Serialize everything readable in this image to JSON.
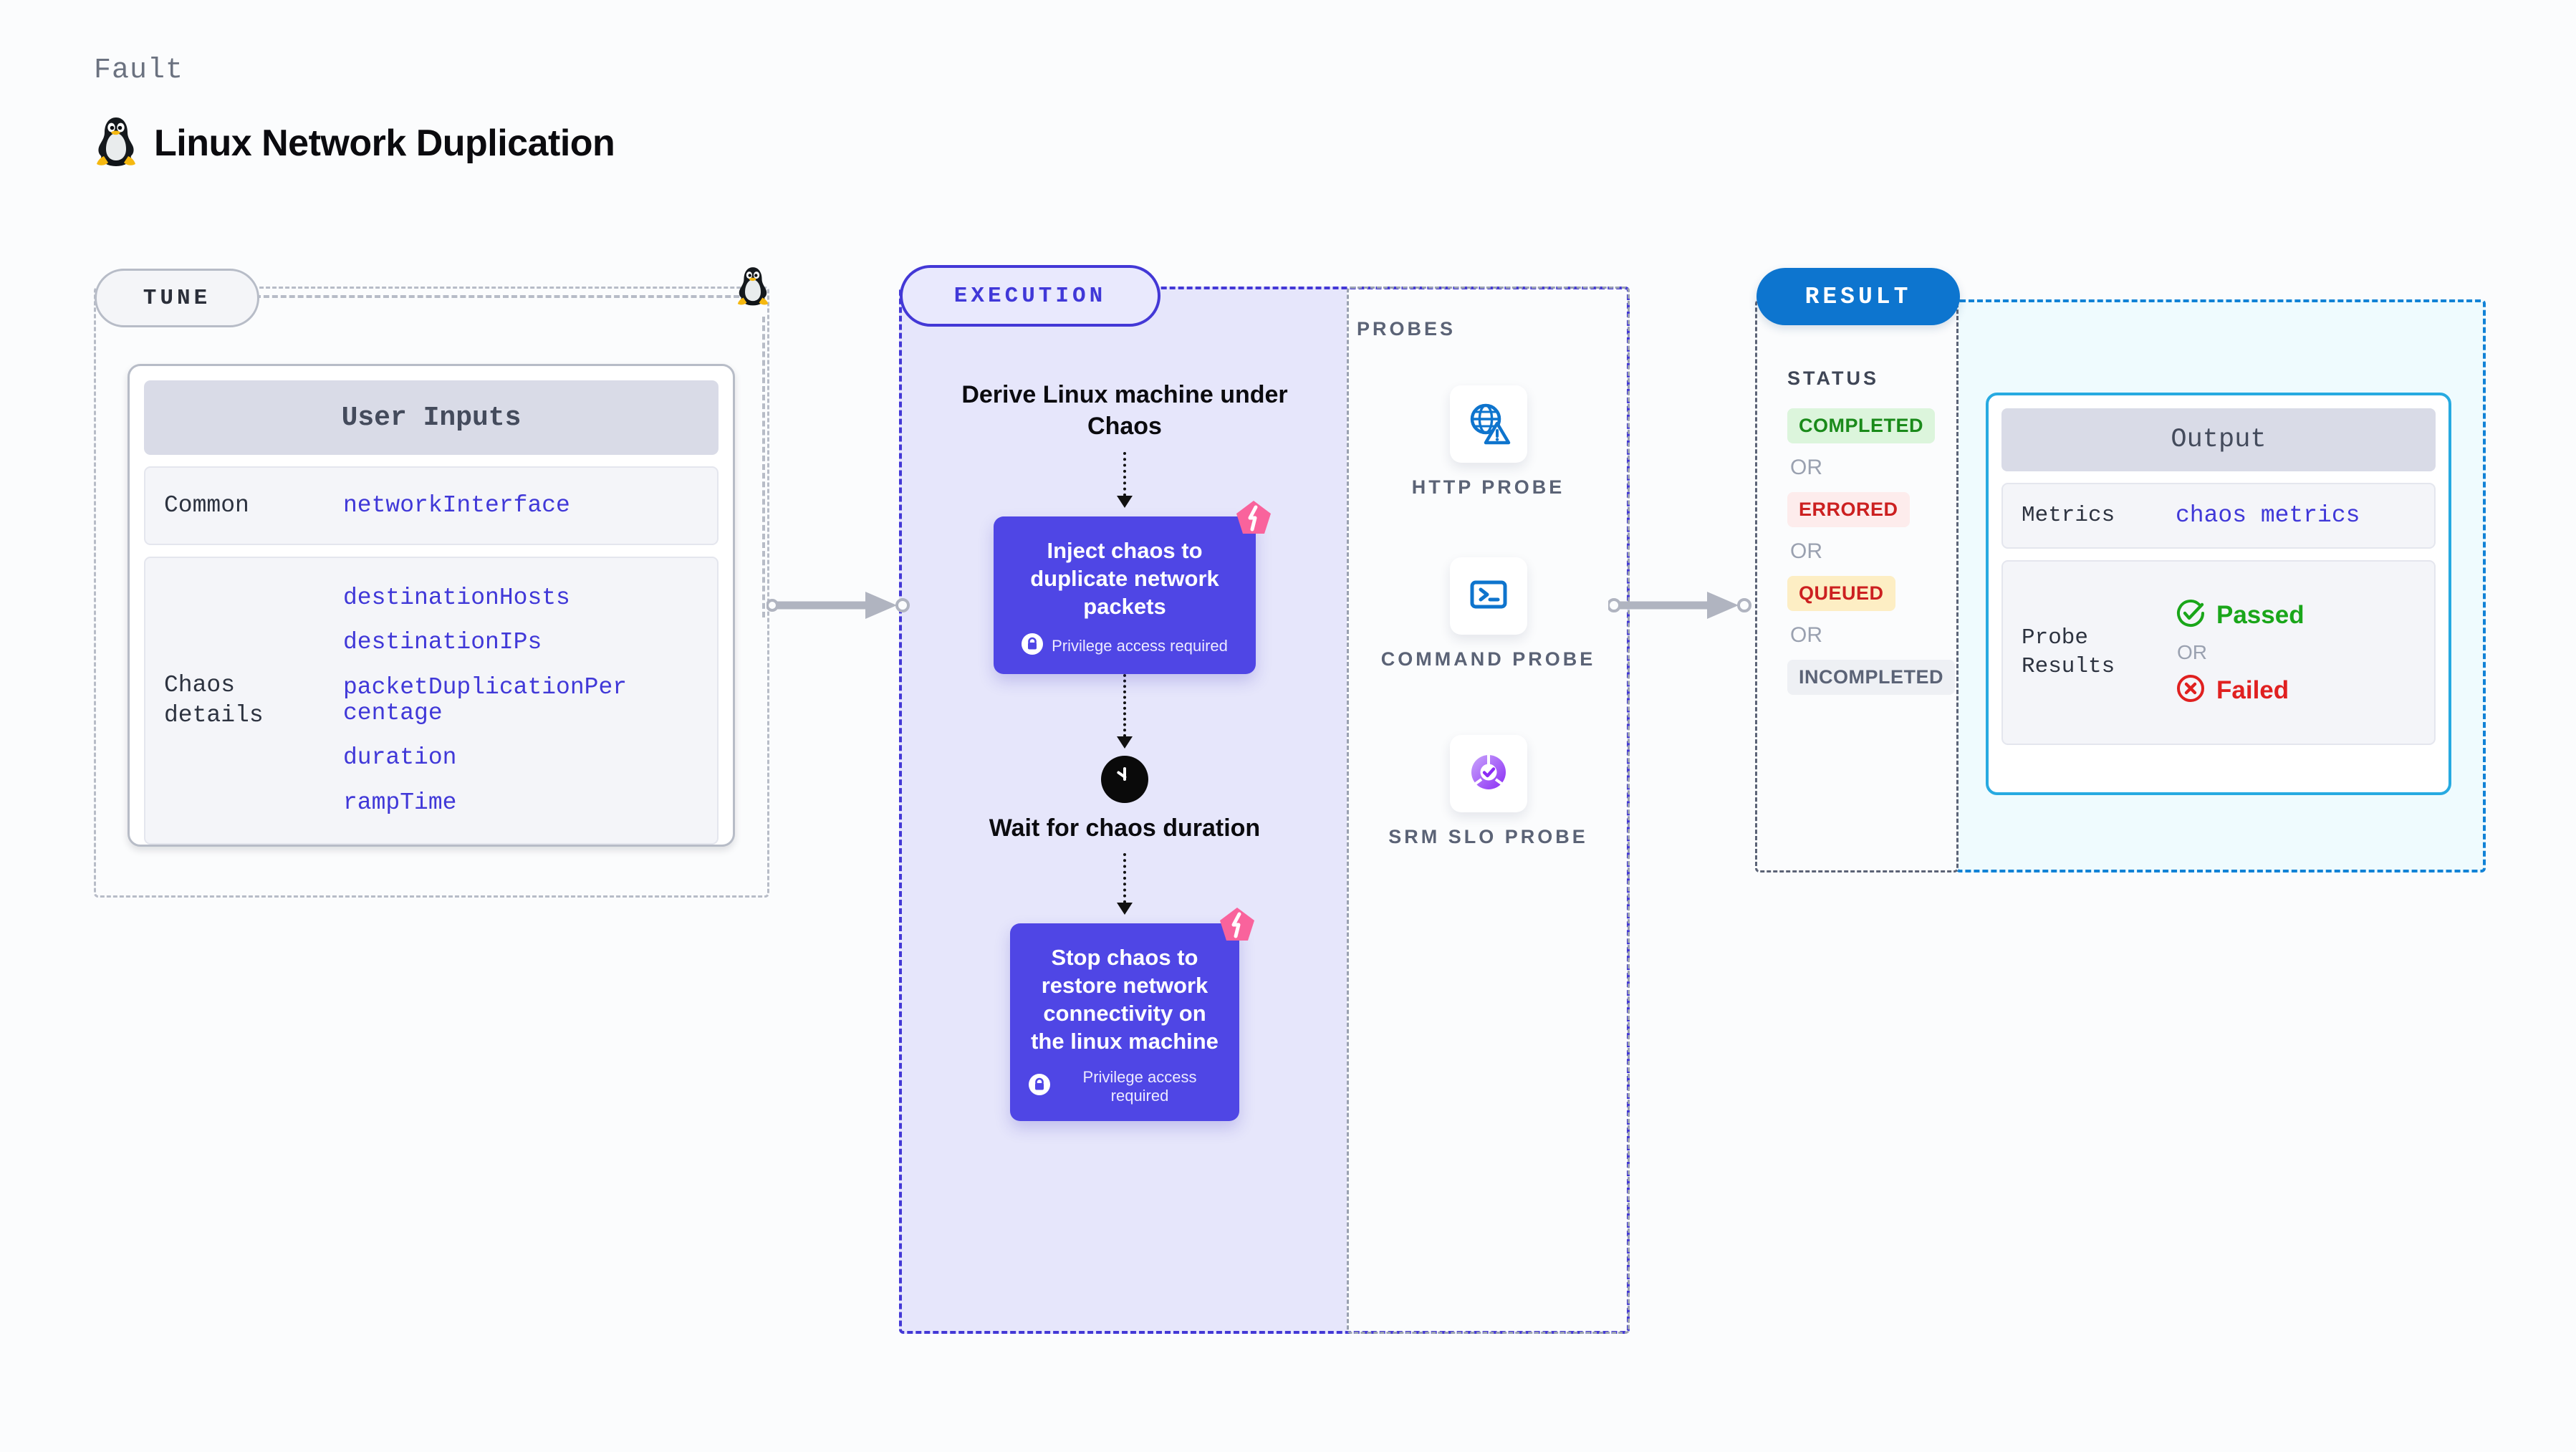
{
  "header": {
    "eyebrow": "Fault",
    "title": "Linux Network Duplication",
    "icon": "linux-penguin-icon"
  },
  "tune": {
    "pill_label": "TUNE",
    "card_title": "User Inputs",
    "rows": [
      {
        "key": "Common",
        "values": [
          "networkInterface"
        ]
      },
      {
        "key": "Chaos details",
        "values": [
          "destinationHosts",
          "destinationIPs",
          "packetDuplicationPercentage",
          "duration",
          "rampTime"
        ]
      }
    ]
  },
  "execution": {
    "pill_label": "EXECUTION",
    "steps": [
      {
        "type": "label",
        "text": "Derive Linux machine under Chaos"
      },
      {
        "type": "chaos-box",
        "text": "Inject chaos to duplicate network packets",
        "note": "Privilege access required",
        "badge": "fault-badge-icon"
      },
      {
        "type": "clock",
        "text": "Wait for chaos duration",
        "icon": "clock-icon"
      },
      {
        "type": "chaos-box",
        "text": "Stop chaos to restore network connectivity on the linux machine",
        "note": "Privilege access required",
        "badge": "fault-badge-icon"
      }
    ]
  },
  "probes": {
    "label": "PROBES",
    "items": [
      {
        "name": "HTTP PROBE",
        "icon": "globe-warning-icon"
      },
      {
        "name": "COMMAND PROBE",
        "icon": "terminal-icon"
      },
      {
        "name": "SRM SLO PROBE",
        "icon": "slo-donut-check-icon"
      }
    ]
  },
  "result": {
    "pill_label": "RESULT",
    "status_label": "STATUS",
    "or_label": "OR",
    "statuses": [
      {
        "label": "COMPLETED",
        "color": "#1a8a1a",
        "bg": "#dcf5dc"
      },
      {
        "label": "ERRORED",
        "color": "#cc2020",
        "bg": "#fdecec"
      },
      {
        "label": "QUEUED",
        "color": "#cc2020",
        "bg": "#fdeec4"
      },
      {
        "label": "INCOMPLETED",
        "color": "#5b6376",
        "bg": "#eef0f4"
      }
    ],
    "output": {
      "title": "Output",
      "metrics_key": "Metrics",
      "metrics_value": "chaos metrics",
      "probe_key": "Probe Results",
      "passed_label": "Passed",
      "failed_label": "Failed",
      "or_label": "OR"
    }
  },
  "colors": {
    "accent_indigo": "#4f46e5",
    "accent_blue": "#0d75cf",
    "accent_cyan": "#27aae1",
    "fault_pink": "#f9639c",
    "value_text": "#4038d8"
  }
}
